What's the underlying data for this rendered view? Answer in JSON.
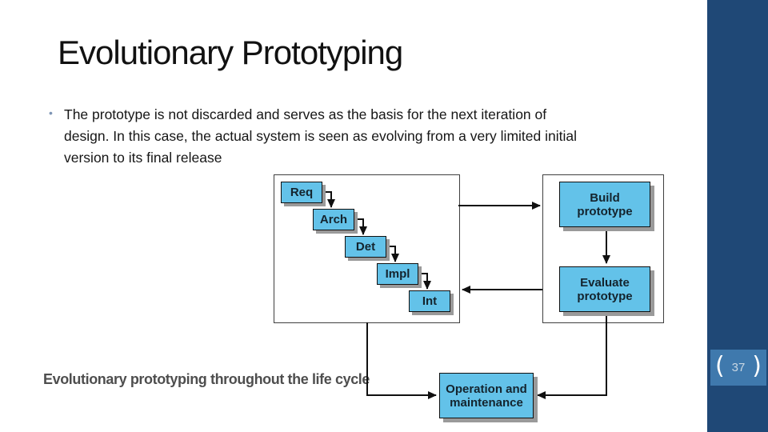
{
  "slide": {
    "title": "Evolutionary Prototyping",
    "bullet_glyph": "•",
    "bullet_lines": [
      "The prototype is not discarded and serves as the basis for the next iteration of",
      "design. In this case, the actual system is seen as evolving from a very limited initial",
      "version to its final release"
    ],
    "caption": "Evolutionary prototyping throughout the life cycle"
  },
  "diagram": {
    "stages": [
      "Req",
      "Arch",
      "Det",
      "Impl",
      "Int"
    ],
    "build_label": "Build prototype",
    "evaluate_label": "Evaluate prototype",
    "operation_label": "Operation and maintenance"
  },
  "page": {
    "open_bracket": "(",
    "number": "37",
    "close_bracket": ")"
  },
  "colors": {
    "box_fill": "#63C2E9",
    "box_border": "#101010",
    "box_shadow": "#9A9A9A",
    "sidebar": "#1F4876",
    "badge": "#3F79AD",
    "caption_text": "#4E4E4E",
    "bullet_marker": "#7E95B5"
  }
}
